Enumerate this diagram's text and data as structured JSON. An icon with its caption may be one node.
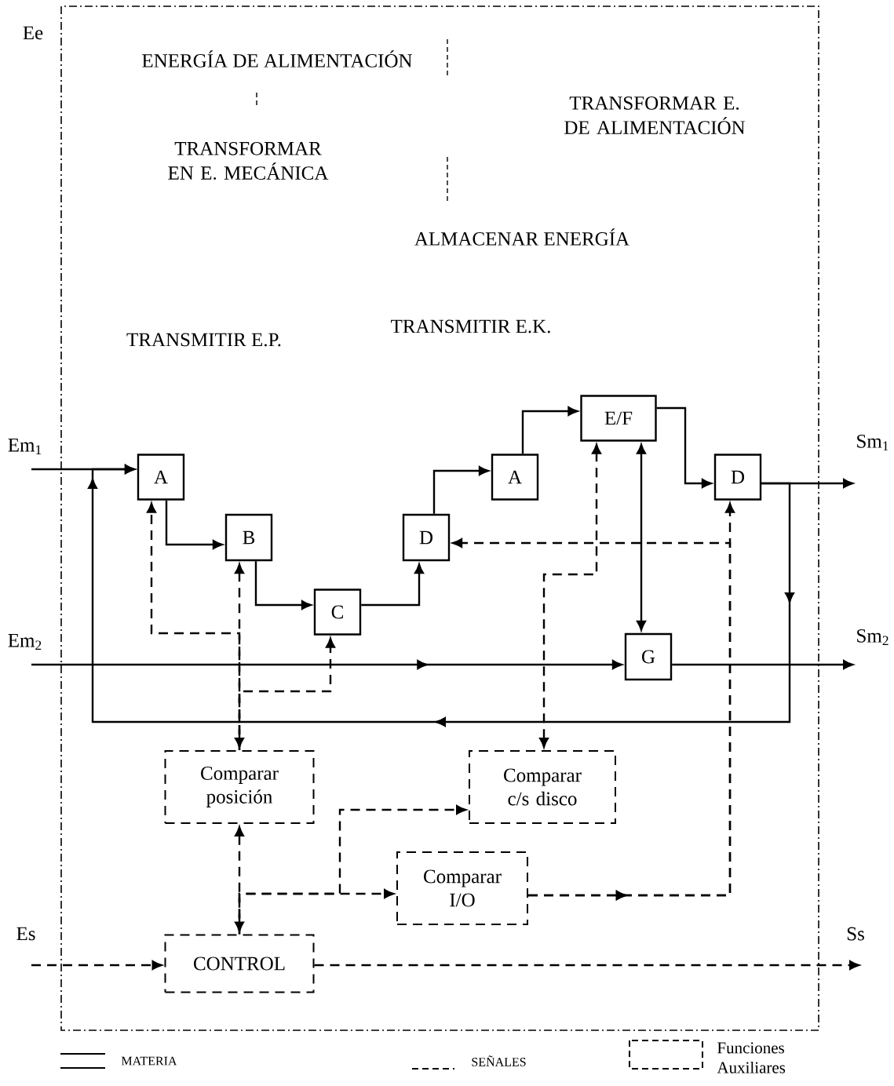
{
  "diagram": {
    "nodes": [
      {
        "text": [
          "A"
        ]
      },
      {
        "text": [
          "B"
        ]
      },
      {
        "text": [
          "C"
        ]
      },
      {
        "text": [
          "D"
        ]
      },
      {
        "text": [
          "A"
        ]
      },
      {
        "text": [
          "E/F"
        ]
      },
      {
        "text": [
          "D"
        ]
      },
      {
        "text": [
          "G"
        ]
      },
      {
        "text": [
          "Comparar posición"
        ]
      },
      {
        "text": [
          "Comparar c/s disco"
        ]
      },
      {
        "text": [
          "Comparar I/O"
        ]
      },
      {
        "text": [
          "CONTROL"
        ]
      }
    ],
    "edges": [
      {
        "from": null,
        "to": 0,
        "arrow": "to"
      },
      {
        "from": 0,
        "to": 1,
        "arrow": "to"
      },
      {
        "from": 1,
        "to": 2,
        "arrow": "to"
      },
      {
        "from": 2,
        "to": 3,
        "arrow": "to"
      },
      {
        "from": 3,
        "to": 4,
        "arrow": "to"
      },
      {
        "from": 4,
        "to": 5,
        "arrow": "to"
      },
      {
        "from": 5,
        "to": 6,
        "arrow": "to"
      },
      {
        "from": 6,
        "to": null,
        "arrow": "to"
      },
      {
        "from": 5,
        "to": 7,
        "arrow": "both"
      },
      {
        "from": null,
        "to": 7,
        "arrow": "to"
      },
      {
        "from": 7,
        "to": null,
        "arrow": "to"
      },
      {
        "from": 6,
        "to": 0,
        "arrow": "to"
      },
      {
        "from": null,
        "to": 11,
        "arrow": "to",
        "style": "dashed"
      },
      {
        "from": 11,
        "to": null,
        "arrow": "to",
        "style": "dashed"
      },
      {
        "from": 8,
        "to": 11,
        "arrow": "both",
        "style": "dashed"
      },
      {
        "from": 11,
        "to": 10,
        "arrow": "to",
        "style": "dashed"
      },
      {
        "from": 11,
        "to": 9,
        "arrow": "to",
        "style": "dashed"
      },
      {
        "from": 10,
        "to": 6,
        "arrow": "to",
        "style": "dashed"
      },
      {
        "from": 10,
        "to": 3,
        "arrow": "to",
        "style": "dashed"
      },
      {
        "from": 9,
        "to": 5,
        "arrow": "both",
        "style": "dashed"
      },
      {
        "from": 8,
        "to": 1,
        "arrow": "both",
        "style": "dashed"
      },
      {
        "from": 8,
        "to": 0,
        "arrow": "to",
        "style": "dashed"
      },
      {
        "from": 8,
        "to": 2,
        "arrow": "to",
        "style": "dashed"
      }
    ],
    "labels": [
      "Ee",
      "ENERGÍA DE ALIMENTACIÓN",
      "TRANSFORMAR E. DE ALIMENTACIÓN",
      "TRANSFORMAR EN E. MECÁNICA",
      "ALMACENAR ENERGÍA",
      "TRANSMITIR E.K.",
      "TRANSMITIR E.P.",
      "Em$_{1}$",
      "Sm$_{1}$",
      "Em$_{2}$",
      "Sm$_{2}$",
      "Es",
      "Ss"
    ],
    "legend": [
      {
        "text": "MATERIA"
      },
      {
        "text": "SEÑALES"
      },
      {
        "text": "Funciones Auxiliares"
      }
    ]
  }
}
